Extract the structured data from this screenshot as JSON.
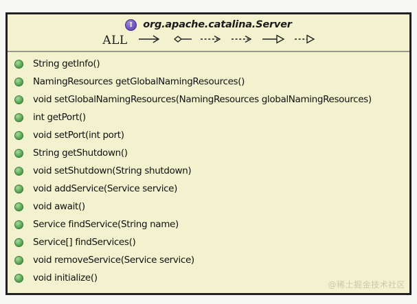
{
  "diagram": {
    "kind": "uml-interface-class-box",
    "colors": {
      "box_fill": "#f2f2cf",
      "box_border": "#231f20",
      "separator": "#9a9a8c",
      "page_background": "#f7f7f5",
      "interface_icon": "#5b3da8",
      "member_dot": "#5fae58",
      "text": "#101010",
      "watermark": "#c9c9ad"
    },
    "header": {
      "icon_name": "interface-icon",
      "icon_letter": "I",
      "class_name": "org.apache.catalina.Server",
      "relations_label": "ALL",
      "relation_glyphs": [
        {
          "name": "association-arrow",
          "symbol": "→",
          "style": "solid-line-open-arrow"
        },
        {
          "name": "aggregation-diamond",
          "symbol": "◇—",
          "style": "hollow-diamond-line"
        },
        {
          "name": "dependency-arrow-1",
          "symbol": "⋯→",
          "style": "dashed-line-open-arrow"
        },
        {
          "name": "dependency-arrow-2",
          "symbol": "⋯→",
          "style": "dashed-line-open-arrow"
        },
        {
          "name": "generalization-arrow",
          "symbol": "—▷",
          "style": "solid-line-hollow-triangle"
        },
        {
          "name": "realization-arrow",
          "symbol": "⋯▷",
          "style": "dashed-line-hollow-triangle"
        }
      ]
    },
    "members": [
      {
        "visibility": "public",
        "signature": "String getInfo()"
      },
      {
        "visibility": "public",
        "signature": "NamingResources getGlobalNamingResources()"
      },
      {
        "visibility": "public",
        "signature": "void setGlobalNamingResources(NamingResources globalNamingResources)"
      },
      {
        "visibility": "public",
        "signature": "int getPort()"
      },
      {
        "visibility": "public",
        "signature": "void setPort(int port)"
      },
      {
        "visibility": "public",
        "signature": "String getShutdown()"
      },
      {
        "visibility": "public",
        "signature": "void setShutdown(String shutdown)"
      },
      {
        "visibility": "public",
        "signature": "void addService(Service service)"
      },
      {
        "visibility": "public",
        "signature": "void await()"
      },
      {
        "visibility": "public",
        "signature": "Service findService(String name)"
      },
      {
        "visibility": "public",
        "signature": "Service[] findServices()"
      },
      {
        "visibility": "public",
        "signature": "void removeService(Service service)"
      },
      {
        "visibility": "public",
        "signature": "void initialize()"
      }
    ],
    "watermark": "@稀土掘金技术社区"
  }
}
